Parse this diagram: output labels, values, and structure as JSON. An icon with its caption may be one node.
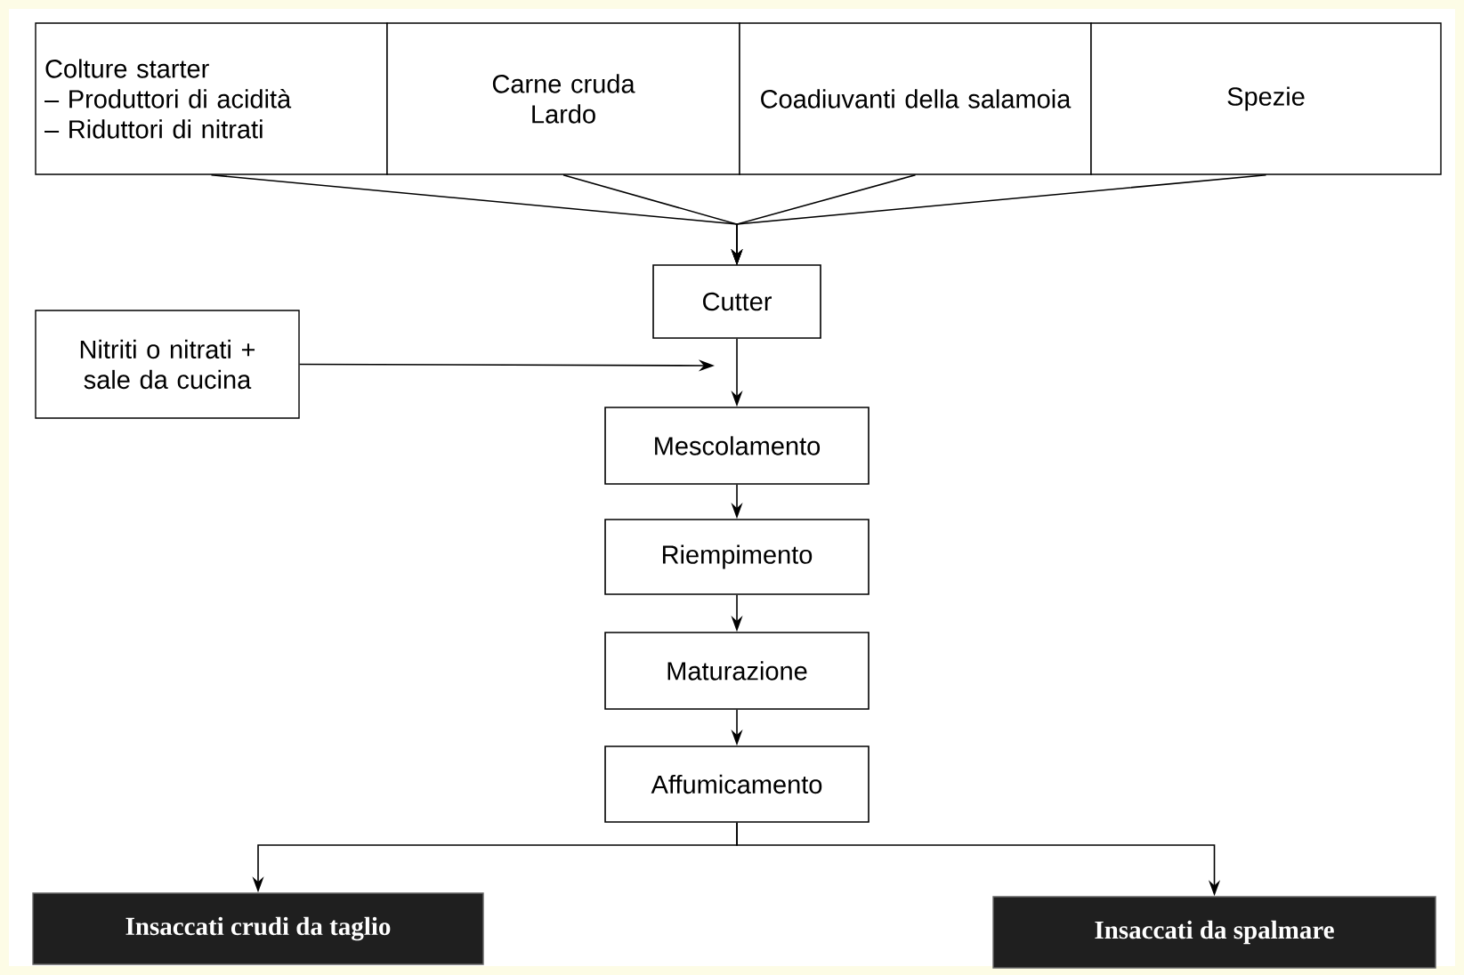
{
  "diagram": {
    "nodes": [
      {
        "text": [
          "Colture starter",
          "– Produttori di acidità",
          "– Riduttori di nitrati"
        ]
      },
      {
        "text": [
          "Carne cruda",
          "Lardo"
        ]
      },
      {
        "text": [
          "Coadiuvanti della salamoia"
        ]
      },
      {
        "text": [
          "Spezie"
        ]
      },
      {
        "text": [
          "Cutter"
        ]
      },
      {
        "text": [
          "Nitriti o nitrati + sale da cucina"
        ]
      },
      {
        "text": [
          "Mescolamento"
        ]
      },
      {
        "text": [
          "Riempimento"
        ]
      },
      {
        "text": [
          "Maturazione"
        ]
      },
      {
        "text": [
          "Affumicamento"
        ]
      },
      {
        "text": [
          "Insaccati crudi da taglio"
        ]
      },
      {
        "text": [
          "Insaccati da spalmare"
        ]
      }
    ],
    "edges": [
      {
        "from": 0,
        "to": 4,
        "arrow": "to"
      },
      {
        "from": 1,
        "to": 4,
        "arrow": "to"
      },
      {
        "from": 2,
        "to": 4,
        "arrow": "to"
      },
      {
        "from": 3,
        "to": 4,
        "arrow": "to"
      },
      {
        "from": 5,
        "to": null,
        "arrow": "to"
      },
      {
        "from": 4,
        "to": 6,
        "arrow": "to"
      },
      {
        "from": 6,
        "to": 7,
        "arrow": "to"
      },
      {
        "from": 7,
        "to": 8,
        "arrow": "to"
      },
      {
        "from": 8,
        "to": 9,
        "arrow": "to"
      },
      {
        "from": 9,
        "to": 10,
        "arrow": "to"
      },
      {
        "from": 9,
        "to": 11,
        "arrow": "to"
      }
    ]
  }
}
